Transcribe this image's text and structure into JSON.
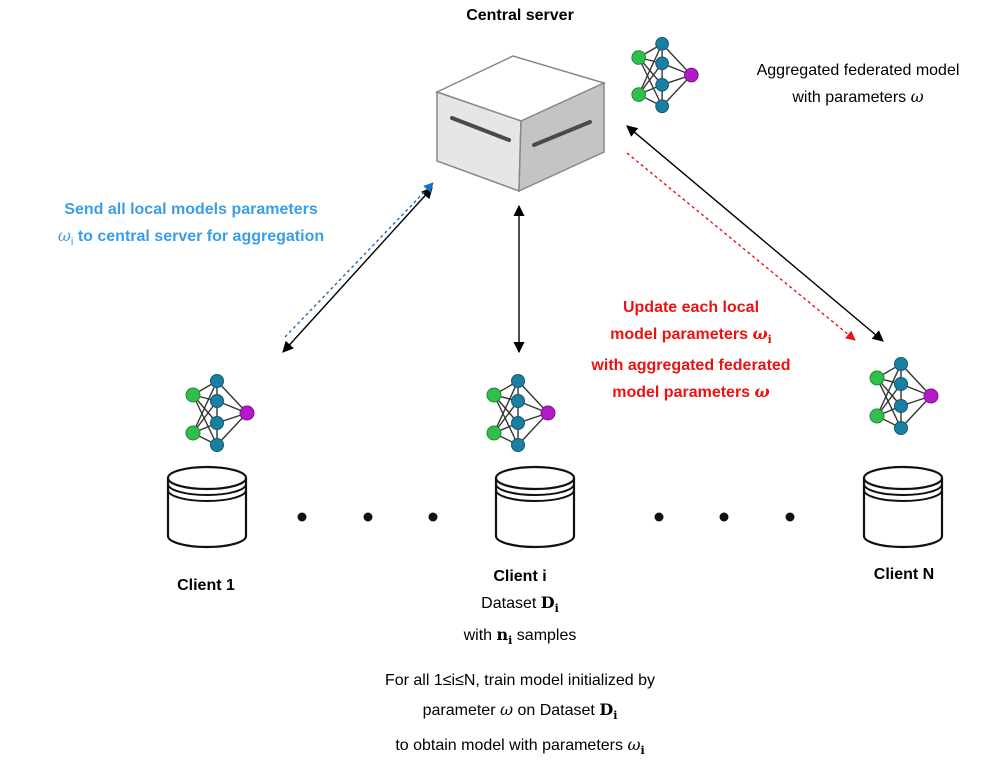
{
  "server": {
    "title": "Central server"
  },
  "aggregated": {
    "line1": "Aggregated federated model",
    "line2_text": "with parameters",
    "symbol": "ω"
  },
  "send_note": {
    "line1": "Send all local models parameters",
    "symbol": "ω",
    "symbol_sub": "i",
    "line2_text": "to central server for aggregation"
  },
  "update_note": {
    "line1": "Update each local",
    "line2_text": "model parameters",
    "line2_symbol": "ω",
    "line2_sub": "i",
    "line3": "with aggregated federated",
    "line4_text": "model parameters",
    "line4_symbol": "ω"
  },
  "clients": {
    "client1": {
      "name": "Client 1"
    },
    "clienti": {
      "name": "Client i",
      "dataset_text": "Dataset",
      "dataset_symbol": "D",
      "dataset_sub": "i",
      "samples_pre": "with",
      "samples_symbol": "n",
      "samples_sub": "i",
      "samples_post": "samples"
    },
    "clientN": {
      "name": "Client N"
    }
  },
  "footer": {
    "line1": "For all 1≤i≤N, train model initialized by",
    "line2_pre": "parameter",
    "line2_symbol": "ω",
    "line2_mid": "on Dataset",
    "line2_ds": "D",
    "line2_ds_sub": "i",
    "line3_text": "to obtain model with parameters",
    "line3_symbol": "ω",
    "line3_sub": "i"
  },
  "colors": {
    "blue_note": "#3a9ee6",
    "blue_arrow": "#1a6fb5",
    "red": "#ee1111",
    "node_green": "#2fbf4a",
    "node_teal": "#1a7fa0",
    "node_purple": "#b318c9"
  }
}
